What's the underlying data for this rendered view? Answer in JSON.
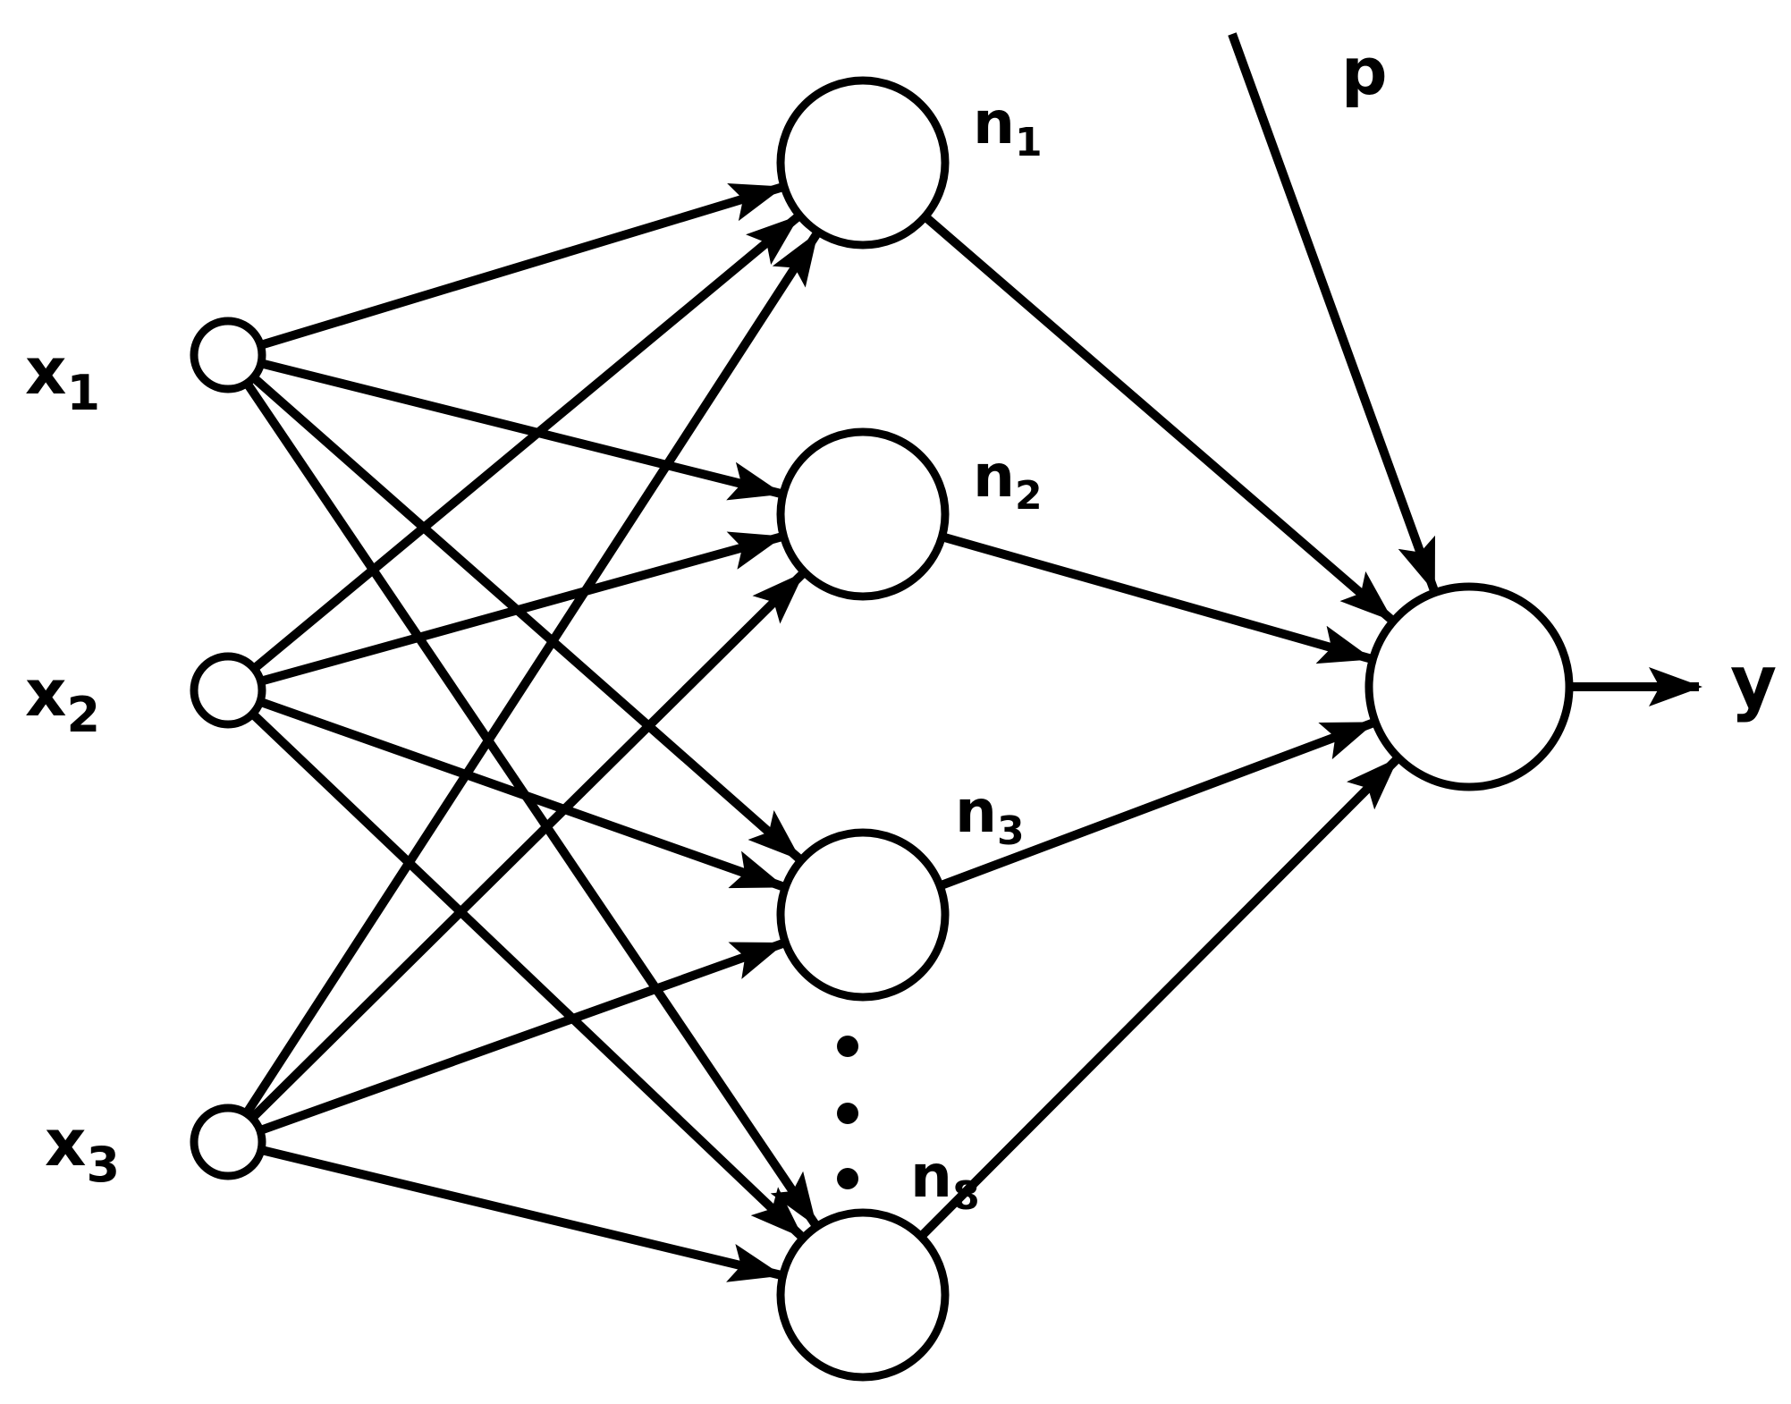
{
  "inputs": [
    {
      "id": "x1",
      "label": "x",
      "sub": "1"
    },
    {
      "id": "x2",
      "label": "x",
      "sub": "2"
    },
    {
      "id": "x3",
      "label": "x",
      "sub": "3"
    }
  ],
  "hidden": [
    {
      "id": "n1",
      "label": "n",
      "sub": "1"
    },
    {
      "id": "n2",
      "label": "n",
      "sub": "2"
    },
    {
      "id": "n3",
      "label": "n",
      "sub": "3"
    },
    {
      "id": "n8",
      "label": "n",
      "sub": "8"
    }
  ],
  "ellipsis_dots": 3,
  "output": {
    "label": "y"
  },
  "extra_input": {
    "label": "p"
  },
  "colors": {
    "stroke": "#000000",
    "background": "#ffffff"
  }
}
